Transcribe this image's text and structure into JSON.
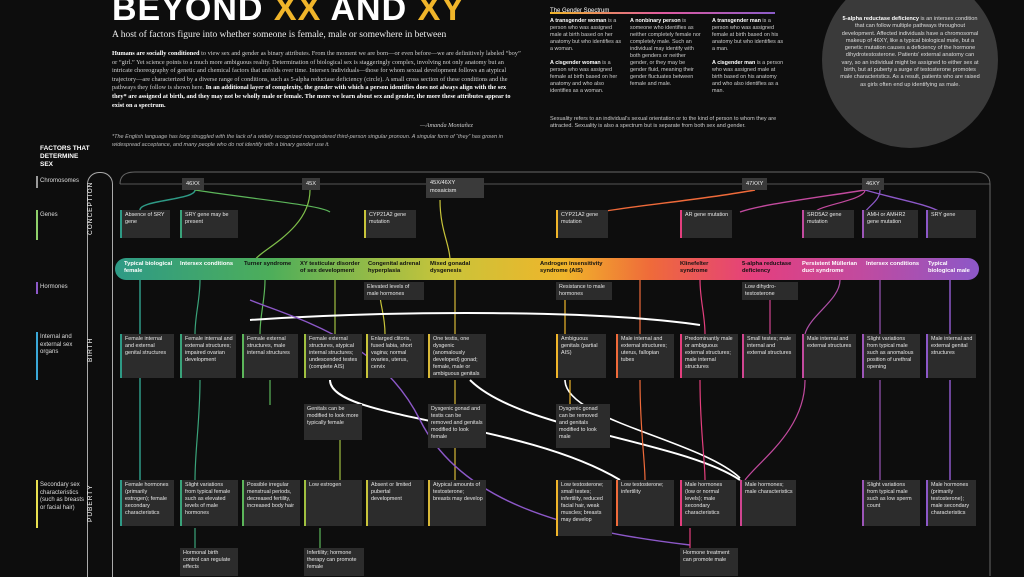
{
  "header": {
    "title_a": "BEYOND ",
    "title_xx": "XX",
    "title_and": " AND ",
    "title_xy": "XY",
    "subtitle": "A host of factors figure into whether someone is female, male or somewhere in between",
    "intro_bold": "Humans are socially conditioned",
    "intro_a": " to view sex and gender as binary attributes. From the moment we are born—or even before—we are definitively labeled “boy” or “girl.” Yet science points to a much more ambiguous reality. Determination of biological sex is staggeringly complex, involving not only anatomy but an intricate choreography of genetic and chemical factors that unfolds over time. Intersex individuals—those for whom sexual development follows an atypical trajectory—are characterized by a diverse range of conditions, such as 5-alpha reductase deficiency (circle). A small cross section of these conditions and the pathways they follow is shown here. ",
    "intro_bold2": "In an additional layer of complexity, the gender with which a person identifies does not always align with the sex they* are assigned at birth, and they may not be wholly male or female. The more we learn about sex and gender, the more these attributes appear to exist on a spectrum.",
    "author": "—Amanda Montañez",
    "footnote": "*The English language has long struggled with the lack of a widely recognized nongendered third-person singular pronoun. A singular form of “they” has grown in widespread acceptance, and many people who do not identify with a binary gender use it."
  },
  "spectrum": {
    "heading": "The Gender Spectrum",
    "col1a_bold": "A transgender woman",
    "col1a": " is a person who was assigned male at birth based on her anatomy but who identifies as a woman.",
    "col1b_bold": "A cisgender woman",
    "col1b": " is a person who was assigned female at birth based on her anatomy and who also identifies as a woman.",
    "col2_bold": "A nonbinary person",
    "col2": " is someone who identifies as neither completely female nor completely male. Such an individual may identify with both genders or neither gender, or they may be gender fluid, meaning their gender fluctuates between female and male.",
    "col3a_bold": "A transgender man",
    "col3a": " is a person who was assigned female at birth based on his anatomy but who identifies as a man.",
    "col3b_bold": "A cisgender man",
    "col3b": " is a person who was assigned male at birth based on his anatomy and who also identifies as a man.",
    "note": "Sexuality refers to an individual’s sexual orientation or to the kind of person to whom they are attracted. Sexuality is also a spectrum but is separate from both sex and gender."
  },
  "circle": {
    "title": "5-alpha reductase deficiency",
    "text": " is an intersex condition that can follow multiple pathways throughout development. Affected individuals have a chromosomal makeup of 46XY, like a typical biological male, but a genetic mutation causes a deficiency of the hormone dihydrotestosterone. Patients’ external anatomy can vary, so an individual might be assigned to either sex at birth, but at puberty a surge of testosterone promotes male characteristics. As a result, patients who are raised as girls often end up identifying as male."
  },
  "rows": {
    "heading": "FACTORS THAT DETERMINE SEX",
    "chromosomes": "Chromosomes",
    "genes": "Genes",
    "hormones": "Hormones",
    "organs": "Internal and external sex organs",
    "secondary": "Secondary sex characteristics (such as breasts or facial hair)"
  },
  "stages": {
    "conception": "CONCEPTION",
    "birth": "BIRTH",
    "puberty": "PUBERTY"
  },
  "chromosome_chips": [
    "46XX",
    "45X",
    "45X/46XY mosaicism",
    "47XXY",
    "46XY"
  ],
  "gene_boxes": [
    "Absence of SRY gene",
    "SRY gene may be present",
    "CYP21A2 gene mutation",
    "CYP21A2 gene mutation",
    "AR gene mutation",
    "SRD5A2 gene mutation",
    "AMH or AMHR2 gene mutation",
    "SRY gene"
  ],
  "band_labels": [
    "Typical biological female",
    "Intersex conditions",
    "Turner syndrome",
    "XY testicular disorder of sex development",
    "Congenital adrenal hyperplasia",
    "Mixed gonadal dysgenesis",
    "Androgen insensitivity syndrome (AIS)",
    "Klinefelter syndrome",
    "5-alpha reductase deficiency",
    "Persistent Müllerian duct syndrome",
    "Intersex conditions",
    "Typical biological male"
  ],
  "hormone_boxes": [
    "Elevated levels of male hormones",
    "Resistance to male hormones",
    "Low dihydro-testosterone"
  ],
  "organ_boxes": [
    "Female internal and external genital structures",
    "Female internal and external structures; impaired ovarian development",
    "Female external structures, male internal structures",
    "Female external structures, atypical internal structures; undescended testes (complete AIS)",
    "Enlarged clitoris, fused labia, short vagina; normal ovaries, uterus, cervix",
    "One testis, one dysgenic (anomalously developed) gonad; female, male or ambiguous genitals",
    "Ambiguous genitals (partial AIS)",
    "Male internal and external structures; uterus, fallopian tubes",
    "Predominantly male or ambiguous external structures; male internal structures",
    "Small testes; male internal and external structures",
    "Male internal and external structures",
    "Slight variations from typical male such as anomalous position of urethral opening",
    "Male internal and external genital structures"
  ],
  "middle_boxes": [
    "Genitals can be modified to look more typically female",
    "Dysgenic gonad and testis can be removed and genitals modified to look female",
    "Dysgenic gonad can be removed and genitals modified to look male"
  ],
  "secondary_boxes": [
    "Female hormones (primarily estrogen); female secondary characteristics",
    "Slight variations from typical female such as elevated levels of male hormones",
    "Possible irregular menstrual periods, decreased fertility, increased body hair",
    "Low estrogen",
    "Absent or limited pubertal development",
    "Atypical amounts of testosterone; breasts may develop",
    "Low testosterone; small testes; infertility, reduced facial hair, weak muscles; breasts may develop",
    "Low testosterone; infertility",
    "Male hormones (low or normal levels); male secondary characteristics",
    "Male hormones; male characteristics",
    "Slight variations from typical male such as low sperm count",
    "Male hormones (primarily testosterone); male secondary characteristics"
  ],
  "bottom_boxes": [
    "Hormonal birth control can regulate effects",
    "Infertility; hormone therapy can promote female",
    "Hormone treatment can promote male"
  ],
  "colors": {
    "female": "#2e9a86",
    "male": "#8c58c8",
    "mid": "#f0b52a"
  }
}
